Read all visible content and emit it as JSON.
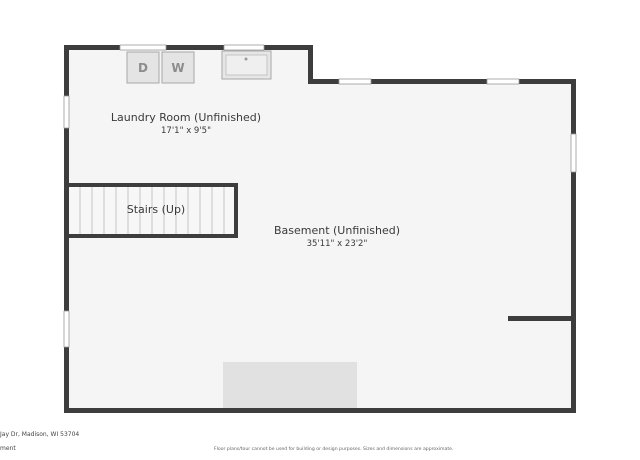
{
  "plan": {
    "rooms": [
      {
        "id": "laundry",
        "name": "Laundry Room (Unfinished)",
        "dims": "17'1\" x 9'5\""
      },
      {
        "id": "stairs",
        "name": "Stairs (Up)"
      },
      {
        "id": "basement",
        "name": "Basement (Unfinished)",
        "dims": "35'11\" x 23'2\""
      }
    ],
    "appliances": {
      "dishwasher": "D",
      "washer": "W"
    }
  },
  "footer": {
    "address": "Jay Dr, Madison, WI 53704",
    "level": "ment",
    "disclaimer": "Floor plans/tour cannot be used for building or design purposes. Sizes and dimensions are approximate."
  },
  "colors": {
    "wall": "#3d3d3d",
    "floor": "#f5f5f5",
    "fixture": "#dcdcdc",
    "window": "#ffffff"
  }
}
